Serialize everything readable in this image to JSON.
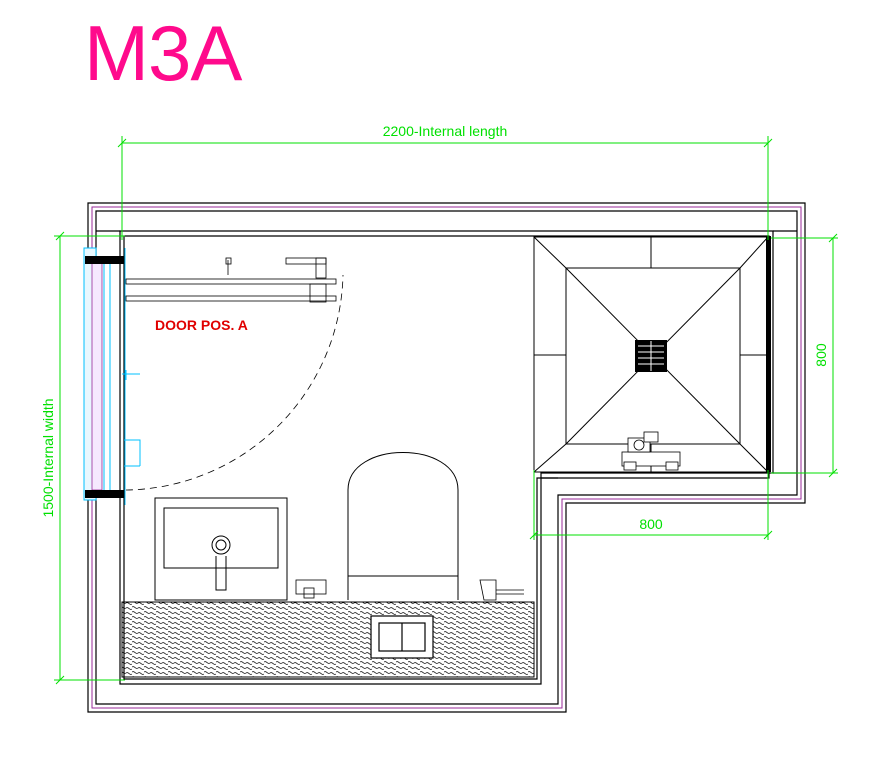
{
  "title": "M3A",
  "door_label": "DOOR POS. A",
  "dimensions": {
    "internal_length": "2200-Internal length",
    "internal_width": "1500-Internal width",
    "shower_depth": "800",
    "shower_width": "800"
  },
  "colors": {
    "title": "#ff0a8c",
    "dimension": "#00e000",
    "door_label": "#e00000",
    "wall_outline": "#9a2a9a",
    "fixture": "#000000",
    "door_frame": "#00c0ff"
  }
}
